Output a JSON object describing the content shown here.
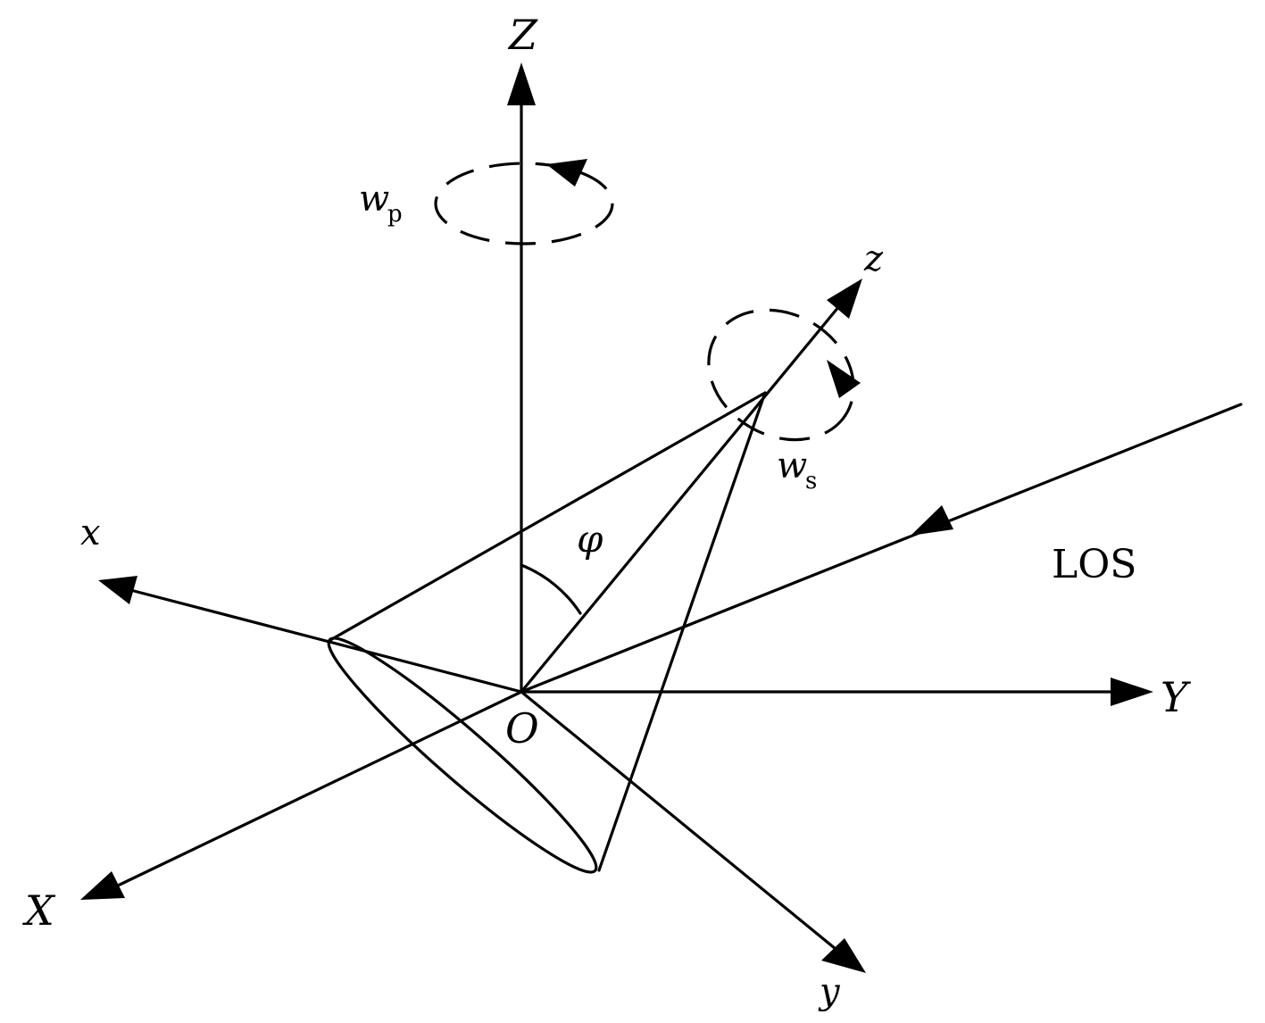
{
  "labels": {
    "Z": "Z",
    "z": "z",
    "x": "x",
    "X": "X",
    "Y": "Y",
    "y": "y",
    "O": "O",
    "phi": "φ",
    "LOS": "LOS",
    "wp_main": "w",
    "wp_sub": "p",
    "ws_main": "w",
    "ws_sub": "s"
  },
  "colors": {
    "ink": "#000000",
    "background": "#ffffff"
  }
}
